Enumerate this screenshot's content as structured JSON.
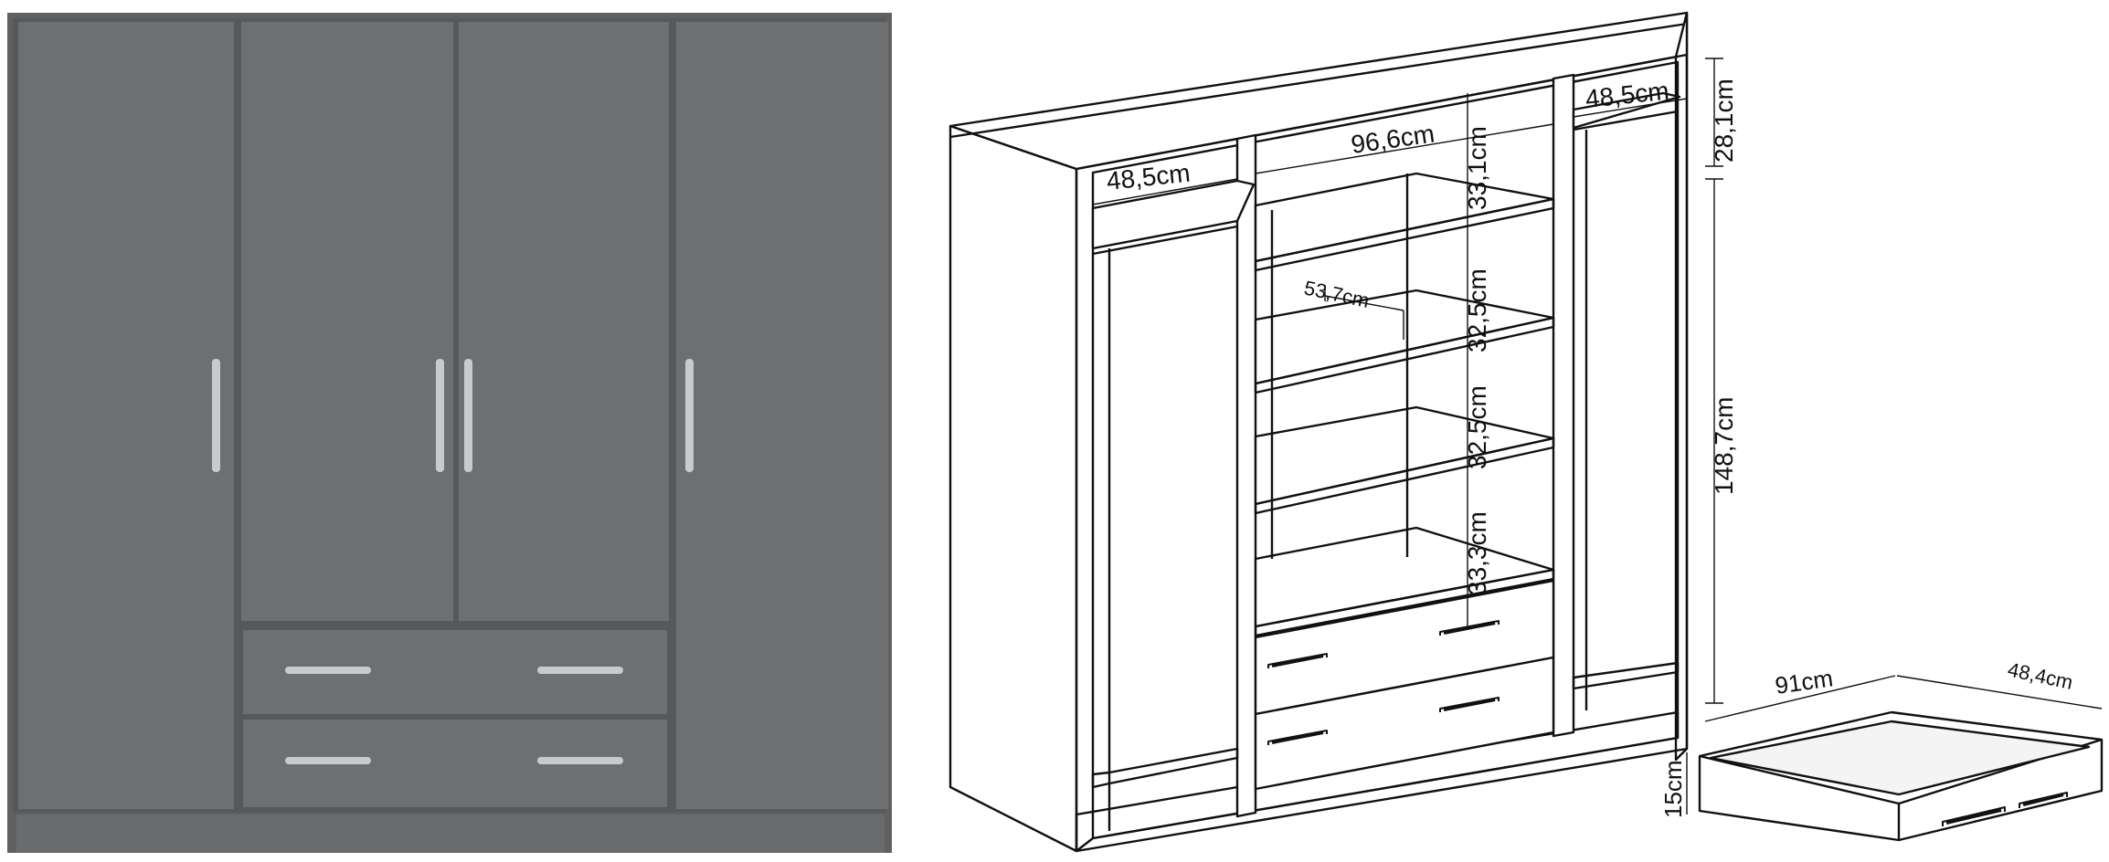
{
  "product_photo": {
    "colors": {
      "body": "#6d6e70",
      "edge": "#5a5b5d",
      "handle": "#c8c9cb",
      "background": "#ffffff"
    },
    "doors": 4,
    "drawers": 2
  },
  "technical_drawing": {
    "colors": {
      "line": "#111111",
      "fill": "#ffffff"
    },
    "dimensions": {
      "left_compartment_width": "48,5cm",
      "center_compartment_width": "96,6cm",
      "right_compartment_width": "48,5cm",
      "top_right_height": "28,1cm",
      "hanging_height": "148,7cm",
      "shelf_gap_1": "33,1cm",
      "shelf_gap_2": "32,5cm",
      "shelf_gap_3": "32,5cm",
      "shelf_gap_4": "33,3cm",
      "inner_depth": "53,7cm",
      "drawer_width": "91cm",
      "drawer_depth": "48,4cm",
      "drawer_height": "15cm"
    }
  }
}
